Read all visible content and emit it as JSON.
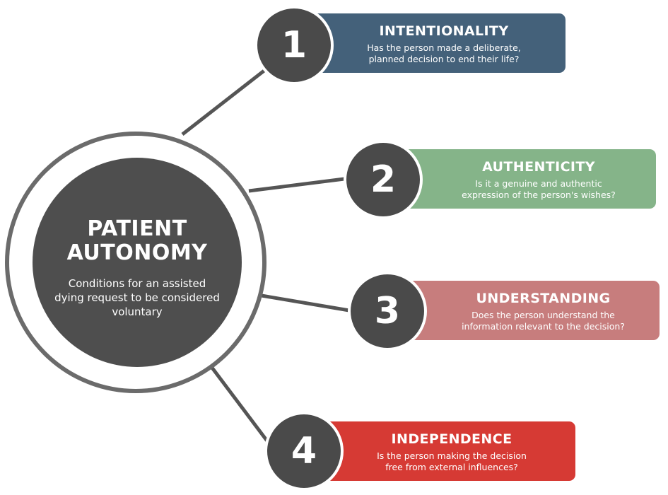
{
  "hub": {
    "title_line1": "PATIENT",
    "title_line2": "AUTONOMY",
    "subtitle": "Conditions for an assisted dying request to be considered voluntary"
  },
  "items": [
    {
      "number": "1",
      "title": "INTENTIONALITY",
      "line1": "Has the person made a deliberate,",
      "line2": "planned decision to end their life?",
      "color": "#44617a"
    },
    {
      "number": "2",
      "title": "AUTHENTICITY",
      "line1": "Is it a genuine and authentic",
      "line2": "expression of the person's wishes?",
      "color": "#85b489"
    },
    {
      "number": "3",
      "title": "UNDERSTANDING",
      "line1": "Does the person understand the",
      "line2": "information relevant to the decision?",
      "color": "#c77d7d"
    },
    {
      "number": "4",
      "title": "INDEPENDENCE",
      "line1": "Is the person making the decision",
      "line2": "free from external influences?",
      "color": "#d63a34"
    }
  ],
  "colors": {
    "hub": "#4e4e4e",
    "ring": "#6b6b6b",
    "badge": "#4a4a4a",
    "connector": "#555555"
  }
}
